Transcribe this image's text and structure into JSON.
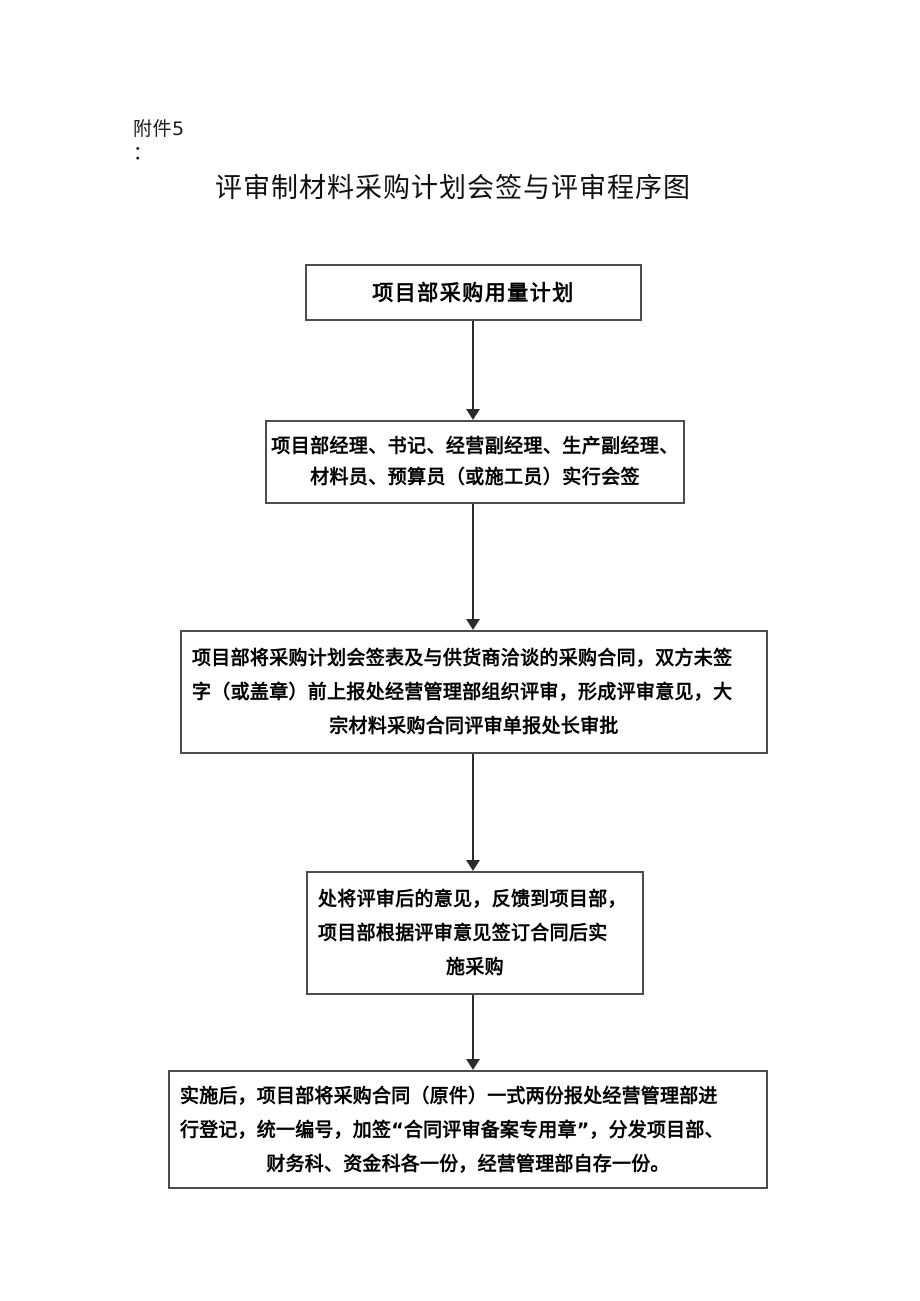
{
  "header": {
    "attachment_label": "附件5",
    "attachment_colon": "：",
    "title": "评审制材料采购计划会签与评审程序图"
  },
  "flowchart": {
    "type": "flowchart",
    "orientation": "vertical",
    "box_border_color": "#4d4d4d",
    "arrow_color": "#2b2b2b",
    "nodes": [
      {
        "id": "box-1",
        "lines": [
          "项目部采购用量计划"
        ]
      },
      {
        "id": "box-2",
        "lines": [
          "项目部经理、书记、经营副经理、生产副经理、",
          "材料员、预算员（或施工员）实行会签"
        ]
      },
      {
        "id": "box-3",
        "lines": [
          "项目部将采购计划会签表及与供货商洽谈的采购合同，双方未签",
          "字（或盖章）前上报处经营管理部组织评审，形成评审意见，大",
          "宗材料采购合同评审单报处长审批"
        ]
      },
      {
        "id": "box-4",
        "lines": [
          "处将评审后的意见，反馈到项目部，",
          "项目部根据评审意见签订合同后实",
          "施采购"
        ]
      },
      {
        "id": "box-5",
        "lines": [
          "实施后，项目部将采购合同（原件）一式两份报处经营管理部进",
          "行登记，统一编号，加签“合同评审备案专用章”，分发项目部、",
          "财务科、资金科各一份，经营管理部自存一份。"
        ]
      }
    ],
    "connectors": [
      {
        "id": "conn-1",
        "from": "box-1",
        "to": "box-2"
      },
      {
        "id": "conn-2",
        "from": "box-2",
        "to": "box-3"
      },
      {
        "id": "conn-3",
        "from": "box-3",
        "to": "box-4"
      },
      {
        "id": "conn-4",
        "from": "box-4",
        "to": "box-5"
      }
    ]
  }
}
